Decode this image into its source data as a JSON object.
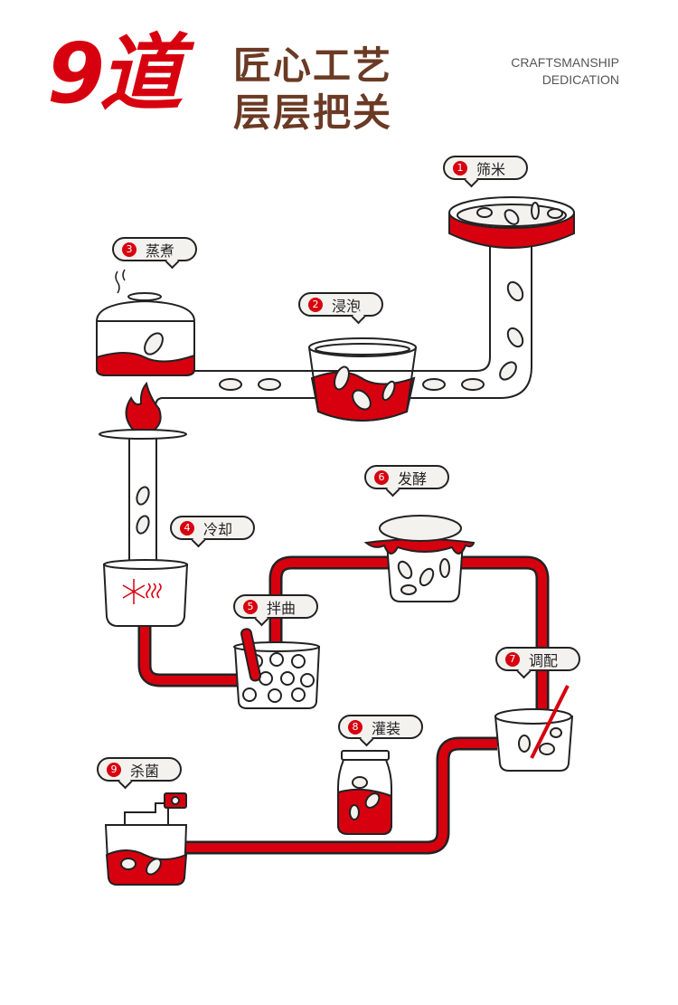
{
  "header": {
    "big": "9道",
    "line1": "匠心工艺",
    "line2": "层层把关",
    "en1": "CRAFTSMANSHIP",
    "en2": "DEDICATION"
  },
  "steps": [
    {
      "n": "1",
      "label": "筛米"
    },
    {
      "n": "2",
      "label": "浸泡"
    },
    {
      "n": "3",
      "label": "蒸煮"
    },
    {
      "n": "4",
      "label": "冷却"
    },
    {
      "n": "5",
      "label": "拌曲"
    },
    {
      "n": "6",
      "label": "发酵"
    },
    {
      "n": "7",
      "label": "调配"
    },
    {
      "n": "8",
      "label": "灌装"
    },
    {
      "n": "9",
      "label": "杀菌"
    }
  ],
  "colors": {
    "red": "#d7000f",
    "brown": "#6b3a24",
    "outline": "#222222"
  }
}
